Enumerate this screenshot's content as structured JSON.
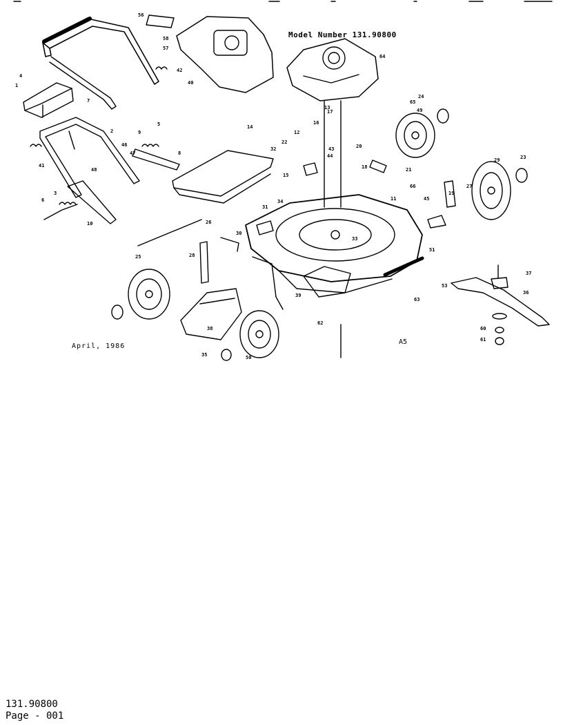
{
  "diagram": {
    "model_label": "Model Number 131.90800",
    "date_label": "April, 1986",
    "code_label": "A5",
    "callouts": [
      "1",
      "2",
      "3",
      "4",
      "5",
      "6",
      "7",
      "8",
      "9",
      "10",
      "11",
      "12",
      "13",
      "14",
      "15",
      "16",
      "17",
      "18",
      "19",
      "20",
      "21",
      "22",
      "23",
      "24",
      "25",
      "26",
      "27",
      "28",
      "29",
      "30",
      "31",
      "32",
      "33",
      "34",
      "35",
      "36",
      "37",
      "38",
      "39",
      "40",
      "41",
      "42",
      "43",
      "44",
      "45",
      "46",
      "47",
      "48",
      "49",
      "50",
      "51",
      "53",
      "56",
      "57",
      "58",
      "60",
      "61",
      "62",
      "63",
      "64",
      "65",
      "66"
    ]
  },
  "footer": {
    "model_number": "131.90800",
    "page": "Page - 001"
  },
  "colors": {
    "ink": "#000000",
    "paper": "#ffffff"
  }
}
